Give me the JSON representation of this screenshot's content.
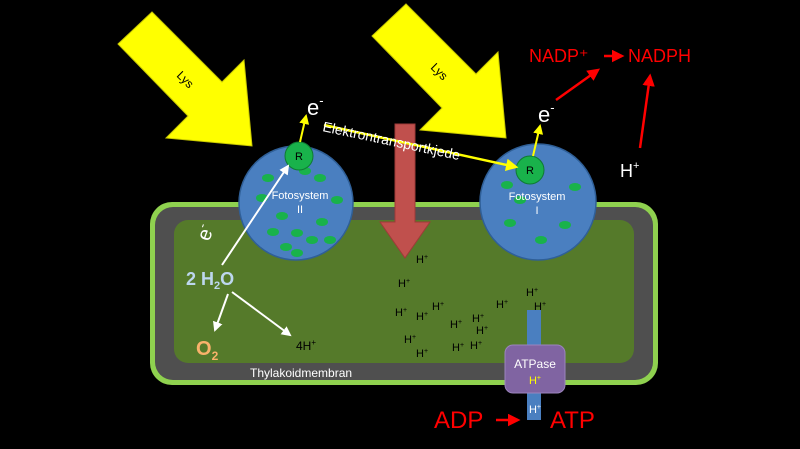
{
  "arrows": {
    "light_left": "Lys",
    "light_right": "Lys"
  },
  "photosystem2": {
    "label_line1": "Fotosystem",
    "label_line2": "II",
    "reaction_center": "R"
  },
  "photosystem1": {
    "label_line1": "Fotosystem",
    "label_line2": "I",
    "reaction_center": "R"
  },
  "electron_transport": "Elektrontransportkjede",
  "electron": {
    "base": "e",
    "sup": "-"
  },
  "nadp": {
    "reactant": "NADP⁺",
    "product": "NADPH"
  },
  "proton": {
    "base": "H",
    "sup": "+"
  },
  "water": {
    "coef": "2 H",
    "sub": "2",
    "tail": "O"
  },
  "oxygen": {
    "base": "O",
    "sub": "2"
  },
  "four_h": {
    "base": "4H",
    "sup": "+"
  },
  "membrane_label": "Thylakoidmembran",
  "atpase": {
    "label": "ATPase"
  },
  "atp": {
    "reactant": "ADP",
    "product": "ATP"
  },
  "colors": {
    "background": "#000000",
    "light": "#ffff00",
    "membrane_outer": "#8fd14f",
    "membrane_inner": "#4f4f4f",
    "lumen": "#557a2a",
    "photosystem": "#4a7fc0",
    "chlorophyll": "#19b24b",
    "red_arrow": "#c0504d",
    "red_text": "#ff0000",
    "atpase": "#8064a2",
    "oxygen": "#f9b26b",
    "water": "#bdd7ee"
  }
}
